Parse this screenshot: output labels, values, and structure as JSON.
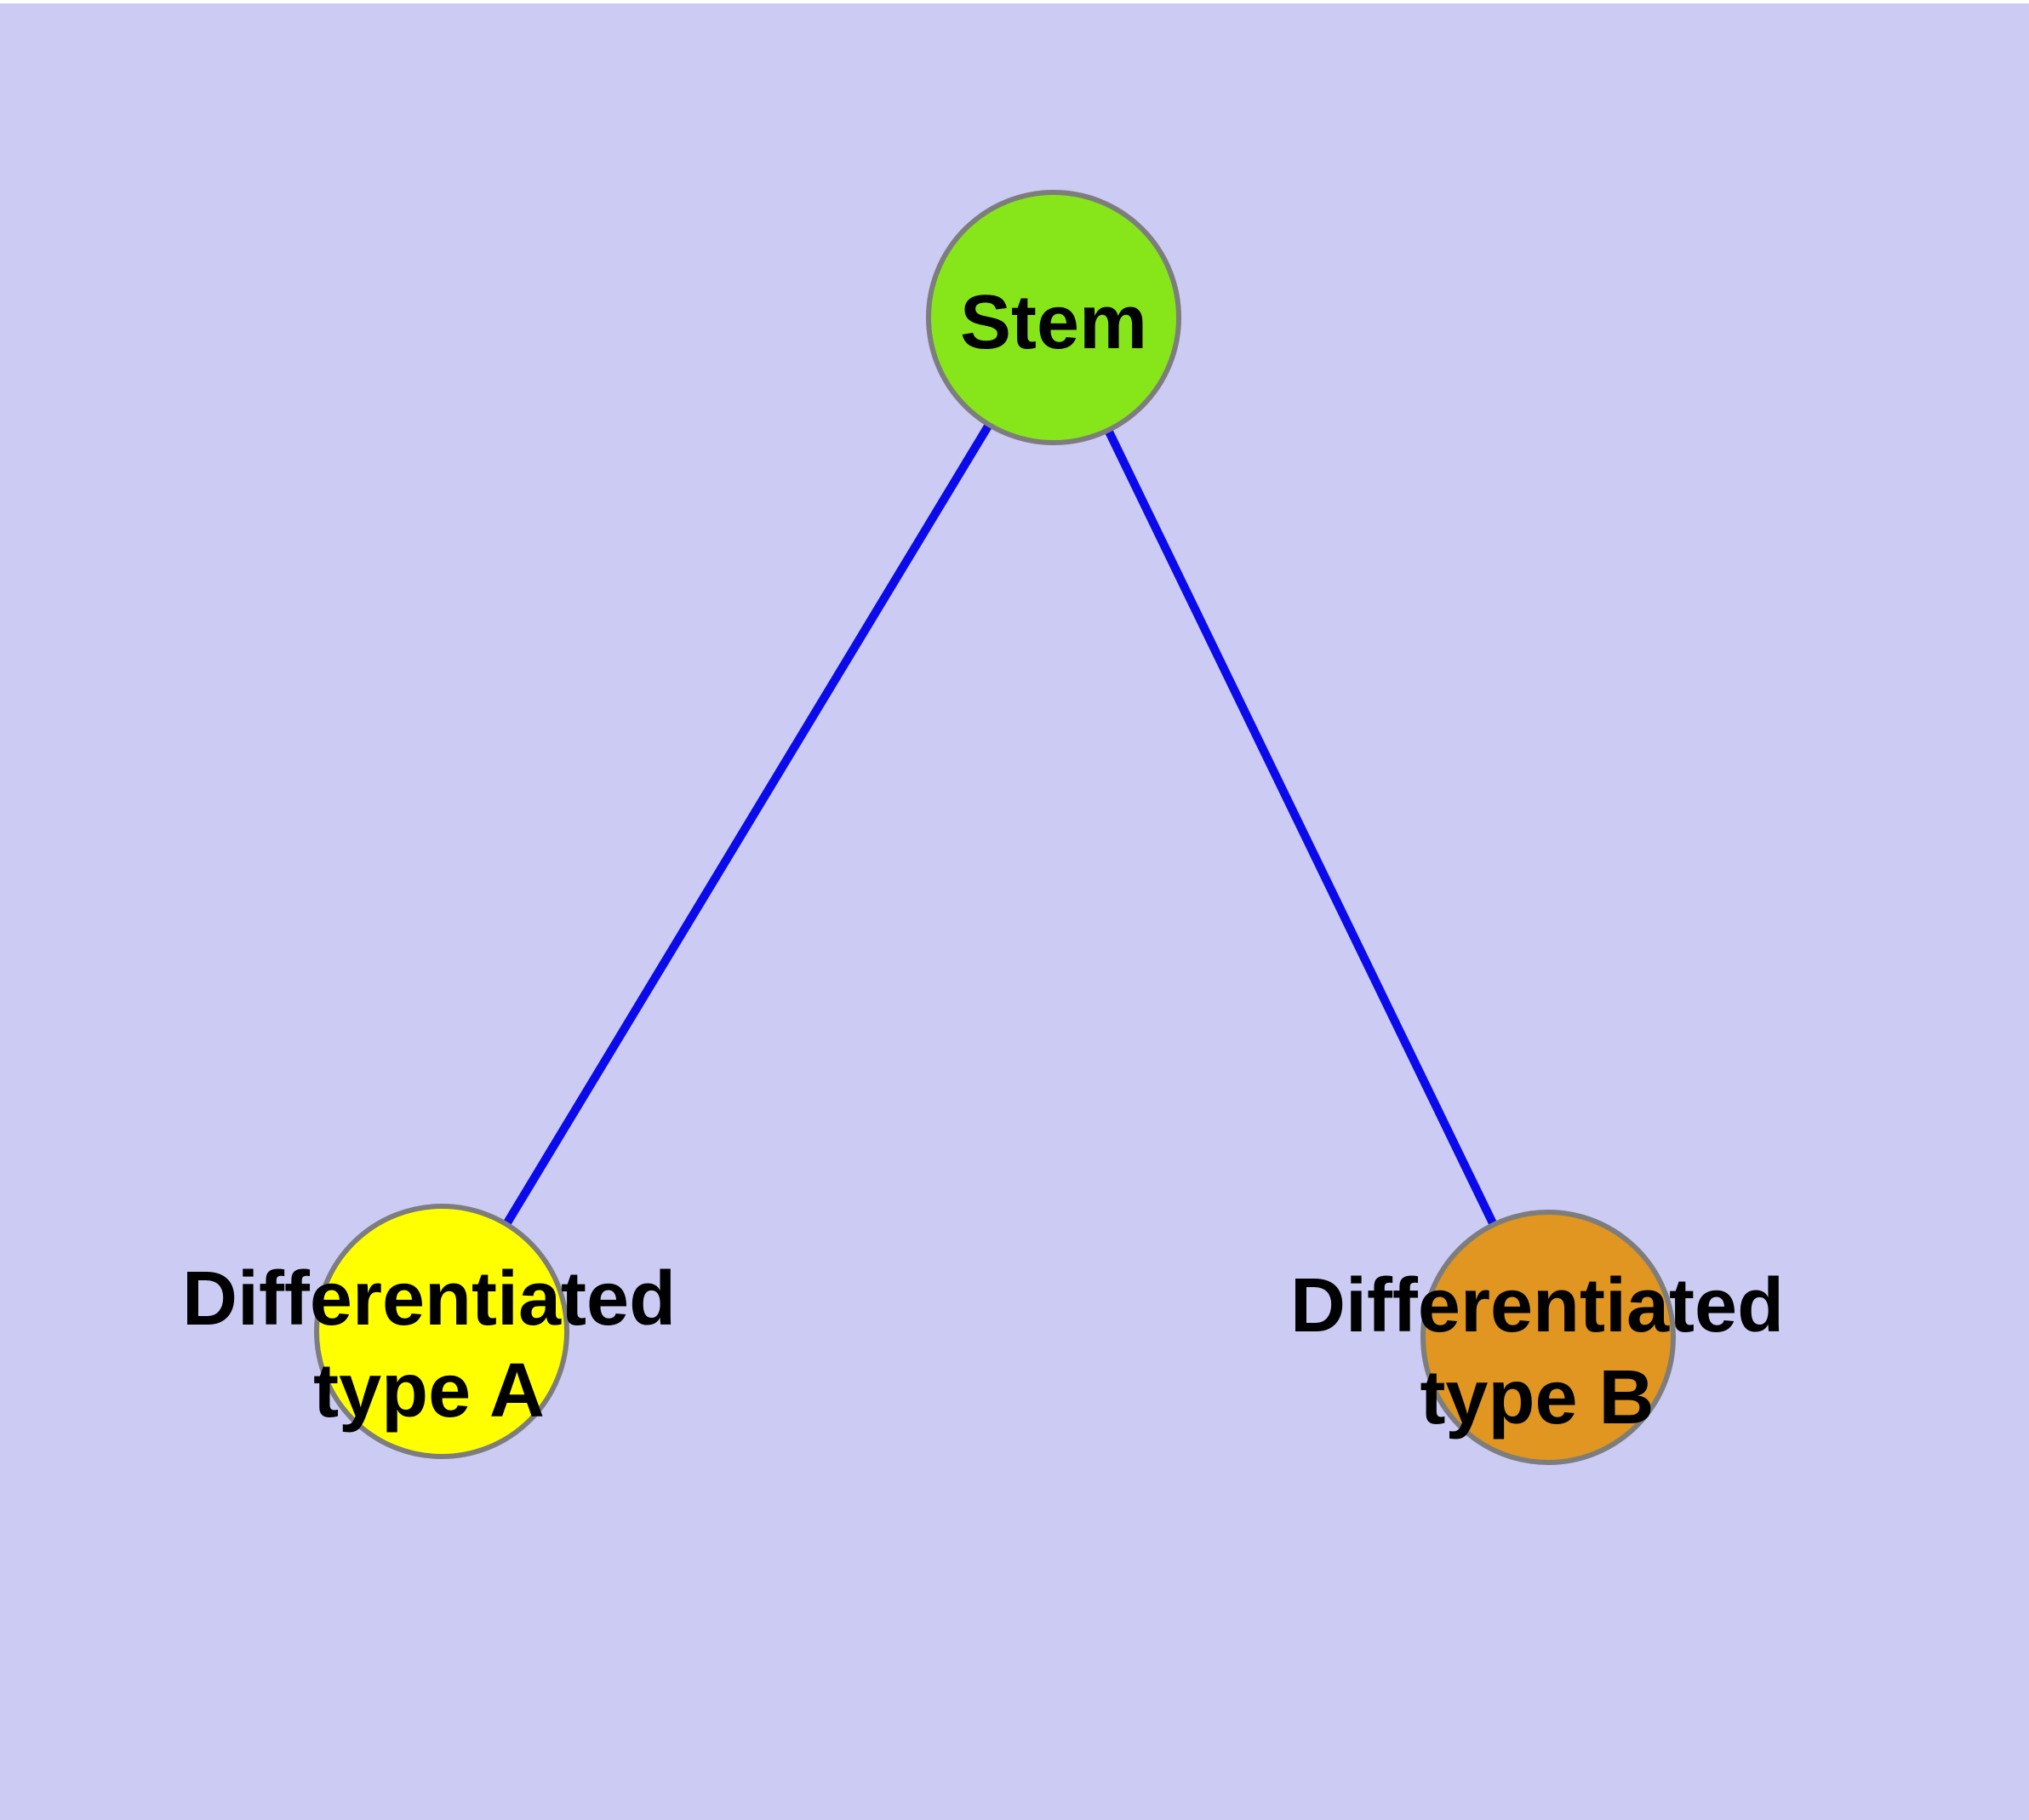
{
  "diagram": {
    "background_color": "#cbcbf4",
    "margin_color": "#ffffff",
    "edge_color": "#0a0aeb",
    "node_border_color": "#7d7d7d",
    "text_color": "#000000",
    "nodes": [
      {
        "id": "stem",
        "label": "Stem",
        "color": "#87e619"
      },
      {
        "id": "type-a",
        "label_line1": "Differentiated",
        "label_line2": "type A",
        "color": "#ffff00"
      },
      {
        "id": "type-b",
        "label_line1": "Differentiated",
        "label_line2": "type B",
        "color": "#e09620"
      }
    ],
    "edges": [
      {
        "from": "stem",
        "to": "type-a"
      },
      {
        "from": "stem",
        "to": "type-b"
      }
    ]
  }
}
